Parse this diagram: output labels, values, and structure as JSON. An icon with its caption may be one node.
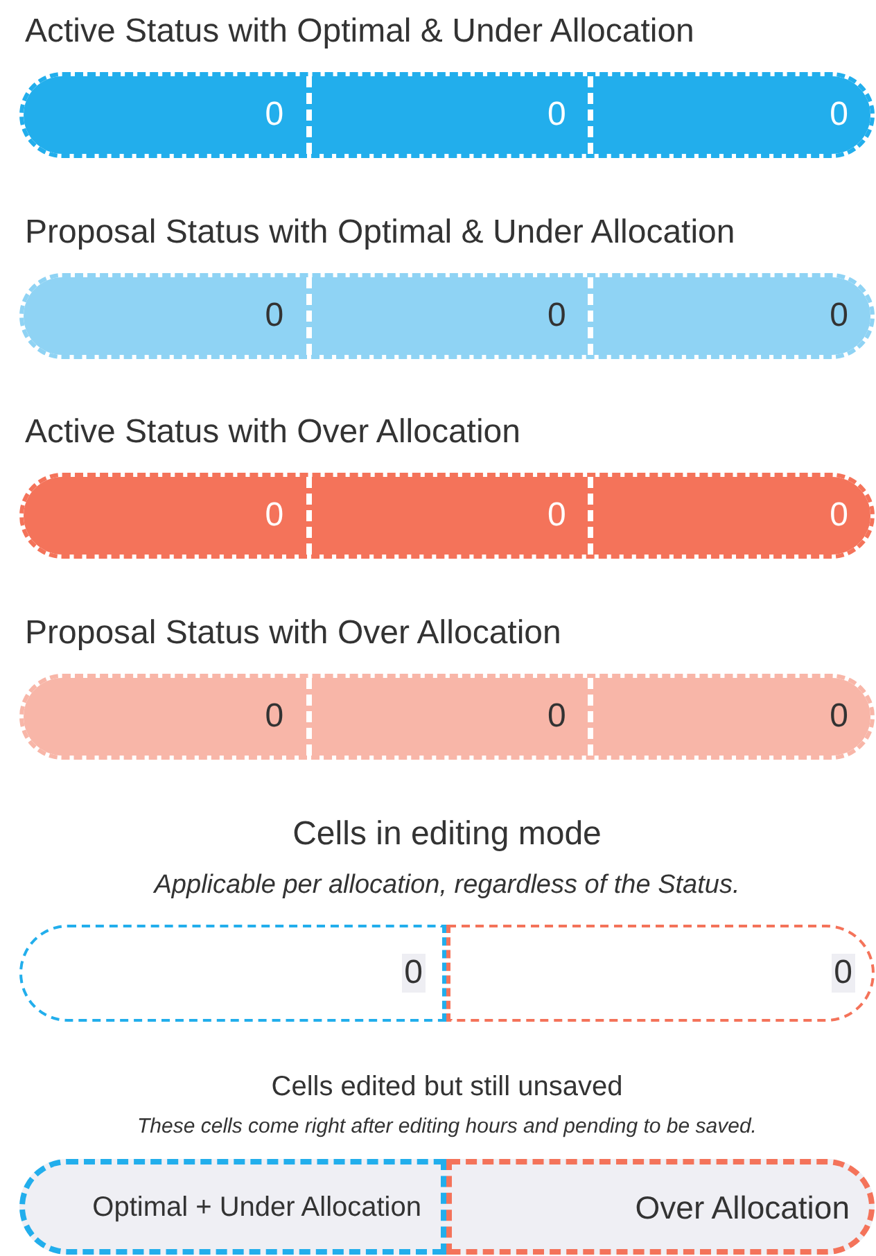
{
  "diagram": {
    "nodes": [
      {
        "text": [
          "Active Status with Optimal & Under Allocation"
        ]
      },
      {
        "text": [
          "0"
        ],
        "in": 0
      },
      {
        "text": [
          "0"
        ],
        "in": 0
      },
      {
        "text": [
          "0"
        ],
        "in": 0
      },
      {
        "text": [
          "Proposal Status with Optimal & Under Allocation"
        ]
      },
      {
        "text": [
          "0"
        ],
        "in": 4
      },
      {
        "text": [
          "0"
        ],
        "in": 4
      },
      {
        "text": [
          "0"
        ],
        "in": 4
      },
      {
        "text": [
          "Active Status with Over Allocation"
        ]
      },
      {
        "text": [
          "0"
        ],
        "in": 8
      },
      {
        "text": [
          "0"
        ],
        "in": 8
      },
      {
        "text": [
          "0"
        ],
        "in": 8
      },
      {
        "text": [
          "Proposal Status with Over Allocation"
        ]
      },
      {
        "text": [
          "0"
        ],
        "in": 12
      },
      {
        "text": [
          "0"
        ],
        "in": 12
      },
      {
        "text": [
          "0"
        ],
        "in": 12
      },
      {
        "text": [
          "Cells in editing mode",
          "Applicable per allocation, regardless of the Status."
        ]
      },
      {
        "text": [
          "0"
        ],
        "in": 16
      },
      {
        "text": [
          "0"
        ],
        "in": 16
      },
      {
        "text": [
          "Cells edited but still unsaved",
          "These cells come right after editing hours and pending to be saved."
        ]
      },
      {
        "text": [
          "Optimal + Under Allocation"
        ],
        "in": 19
      },
      {
        "text": [
          "Over Allocation"
        ],
        "in": 19
      }
    ]
  }
}
